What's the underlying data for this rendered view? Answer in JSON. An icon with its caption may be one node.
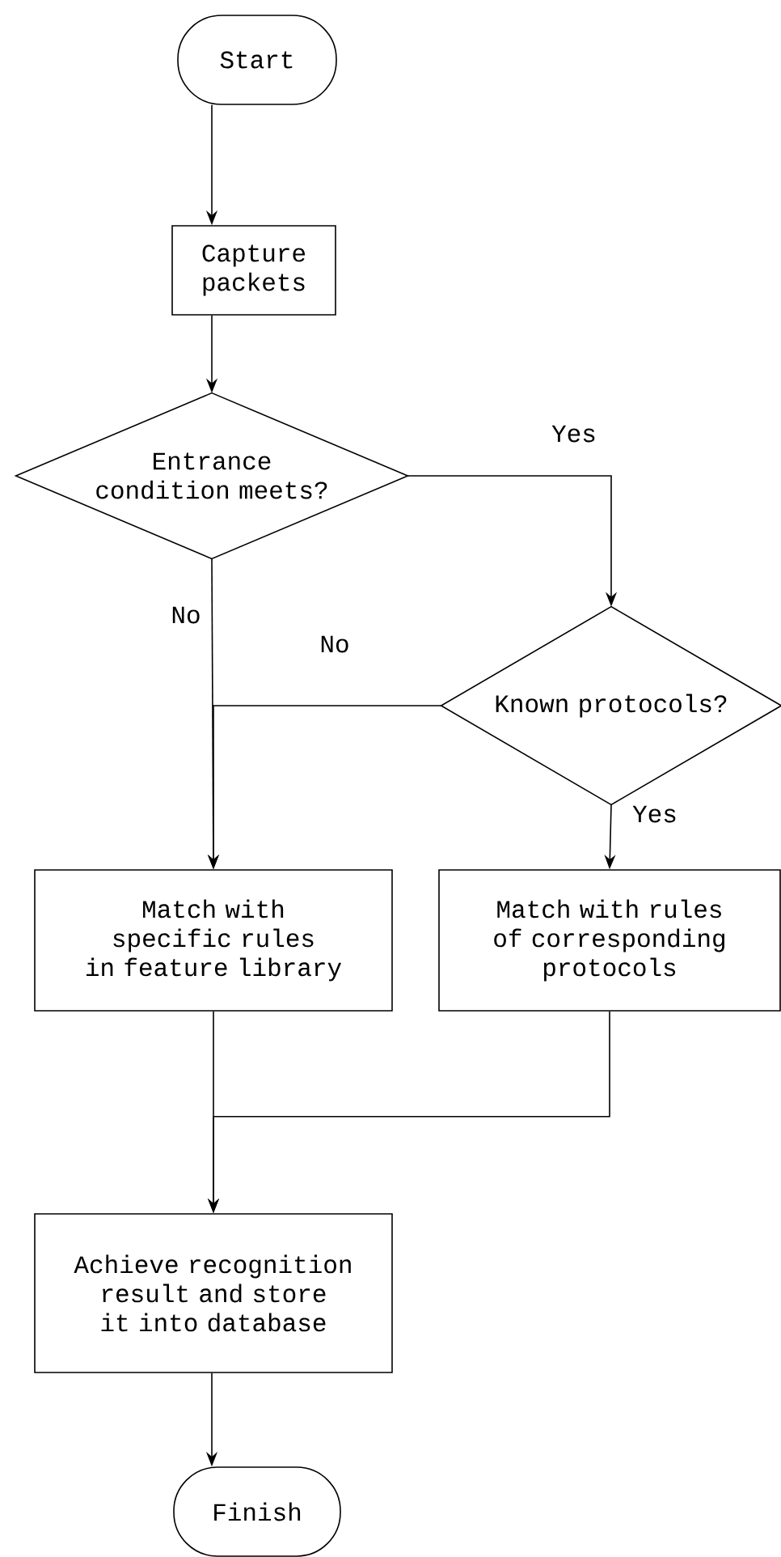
{
  "diagram": {
    "nodes": [
      {
        "text": [
          "Start"
        ]
      },
      {
        "text": [
          "Capture packets"
        ]
      },
      {
        "text": [
          "Entrance condition meets?"
        ]
      },
      {
        "text": [
          "Known protocols?"
        ]
      },
      {
        "text": [
          "Match with specific rules in feature library"
        ]
      },
      {
        "text": [
          "Match with rules of corresponding protocols"
        ]
      },
      {
        "text": [
          "Achieve recognition result and store it into database"
        ]
      },
      {
        "text": [
          "Finish"
        ]
      }
    ],
    "edges": [
      {
        "from": 0,
        "to": 1,
        "arrow": "to"
      },
      {
        "from": 1,
        "to": 2,
        "arrow": "to"
      },
      {
        "from": 2,
        "to": 3,
        "arrow": "to",
        "label": "Yes"
      },
      {
        "from": 2,
        "to": 4,
        "arrow": "to",
        "label": "No"
      },
      {
        "from": 3,
        "to": 4,
        "arrow": "to",
        "label": "No"
      },
      {
        "from": 3,
        "to": 5,
        "arrow": "to",
        "label": "Yes"
      },
      {
        "from": 4,
        "to": 6,
        "arrow": "to"
      },
      {
        "from": 5,
        "to": 6,
        "arrow": "to"
      },
      {
        "from": 6,
        "to": 7,
        "arrow": "to"
      }
    ]
  }
}
